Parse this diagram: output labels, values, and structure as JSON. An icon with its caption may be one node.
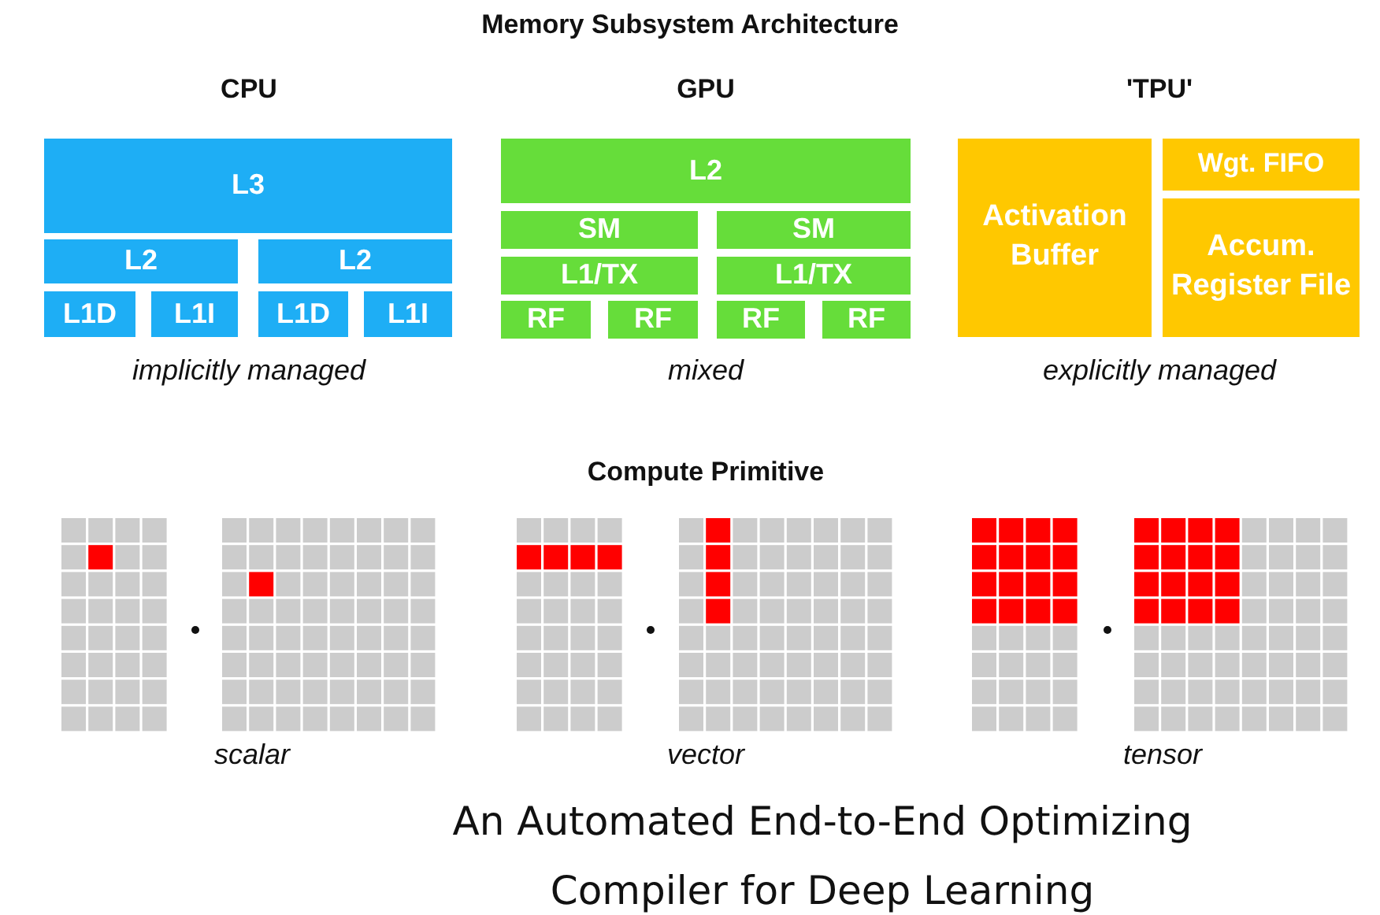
{
  "diagram": {
    "title": "Memory Subsystem Architecture",
    "caption": "An Automated End-to-End Optimizing Compiler for Deep Learning",
    "nodes": [
      {
        "text": [
          "L3"
        ]
      },
      {
        "text": [
          "L2"
        ]
      },
      {
        "text": [
          "L2"
        ]
      },
      {
        "text": [
          "L1D"
        ]
      },
      {
        "text": [
          "L1I"
        ]
      },
      {
        "text": [
          "L1D"
        ]
      },
      {
        "text": [
          "L1I"
        ]
      },
      {
        "text": [
          "L2"
        ]
      },
      {
        "text": [
          "SM"
        ]
      },
      {
        "text": [
          "SM"
        ]
      },
      {
        "text": [
          "L1/TX"
        ]
      },
      {
        "text": [
          "L1/TX"
        ]
      },
      {
        "text": [
          "RF"
        ]
      },
      {
        "text": [
          "RF"
        ]
      },
      {
        "text": [
          "RF"
        ]
      },
      {
        "text": [
          "RF"
        ]
      },
      {
        "text": [
          "Activation Buffer"
        ]
      },
      {
        "text": [
          "Wgt. FIFO"
        ]
      },
      {
        "text": [
          "Accum. Register File"
        ]
      }
    ],
    "edges": [],
    "labels": [
      "CPU",
      "GPU",
      "'TPU'",
      "implicitly managed",
      "mixed",
      "explicitly managed",
      "Compute Primitive",
      "scalar",
      "vector",
      "tensor"
    ]
  }
}
